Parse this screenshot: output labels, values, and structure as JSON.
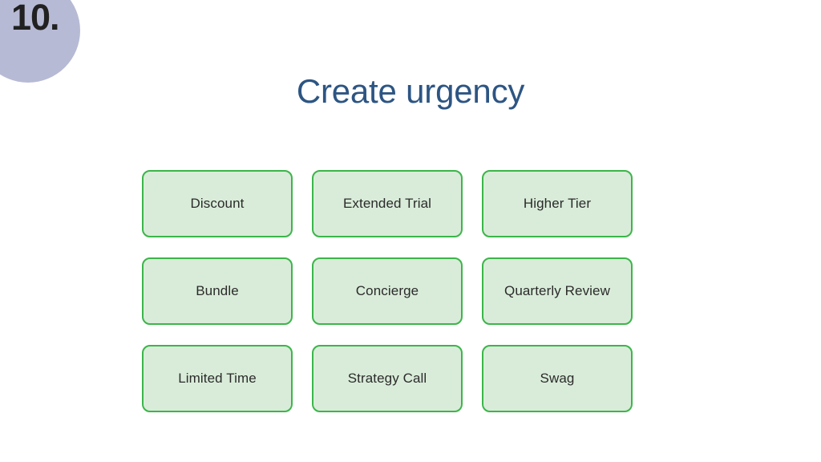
{
  "slide": {
    "badge_number": "10.",
    "title": "Create urgency",
    "background_color": "#ffffff",
    "badge_color": "#b6bad4",
    "badge_text_color": "#212121",
    "title_color": "#2d5583",
    "card_fill_color": "#d9ecd9",
    "card_border_color": "#3cb54a",
    "card_text_color": "#2b2b2b"
  },
  "cards": [
    {
      "label": "Discount"
    },
    {
      "label": "Extended Trial"
    },
    {
      "label": "Higher Tier"
    },
    {
      "label": "Bundle"
    },
    {
      "label": "Concierge"
    },
    {
      "label": "Quarterly Review"
    },
    {
      "label": "Limited Time"
    },
    {
      "label": "Strategy Call"
    },
    {
      "label": "Swag"
    }
  ]
}
